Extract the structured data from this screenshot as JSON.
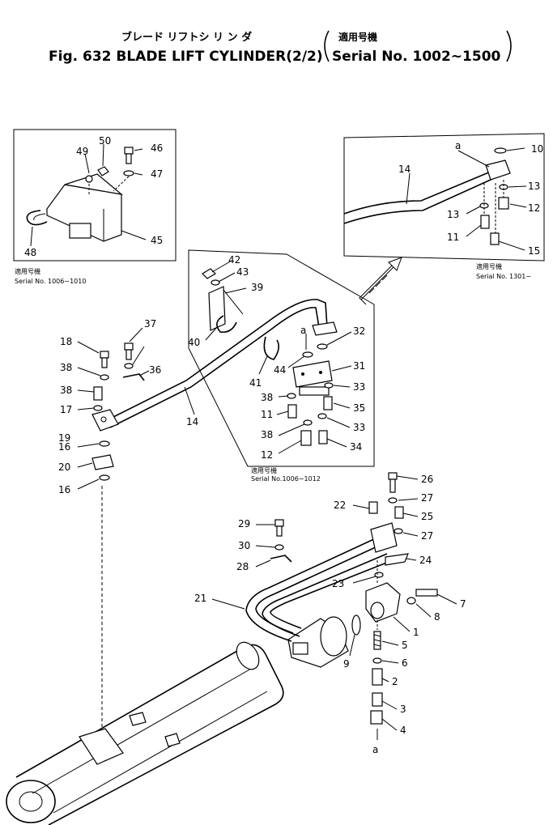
{
  "header": {
    "title_jp": "ブレード リフトシ リ ン ダ",
    "title_en": "Fig. 632 BLADE LIFT CYLINDER(2/2)",
    "serial_jp": "適用号機",
    "serial_en": "Serial No. 1002∼1500"
  },
  "insets": [
    {
      "serial_jp": "適用号機",
      "serial_en": "Serial No. 1006∼1010"
    },
    {
      "serial_jp": "適用号機",
      "serial_en": "Serial No. 1301∼"
    },
    {
      "serial_jp": "適用号機",
      "serial_en": "Serial No.1006∼1012"
    }
  ],
  "callouts": [
    "50",
    "49",
    "46",
    "47",
    "48",
    "45",
    "10",
    "14",
    "13",
    "12",
    "13",
    "11",
    "15",
    "42",
    "43",
    "39",
    "40",
    "41",
    "32",
    "44",
    "31",
    "38",
    "33",
    "11",
    "35",
    "38",
    "33",
    "12",
    "34",
    "37",
    "18",
    "38",
    "36",
    "38",
    "17",
    "19",
    "14",
    "16",
    "20",
    "16",
    "26",
    "22",
    "27",
    "25",
    "27",
    "29",
    "30",
    "28",
    "24",
    "23",
    "21",
    "7",
    "8",
    "1",
    "9",
    "5",
    "6",
    "2",
    "3",
    "4"
  ],
  "markers": [
    "a",
    "a",
    "a"
  ]
}
